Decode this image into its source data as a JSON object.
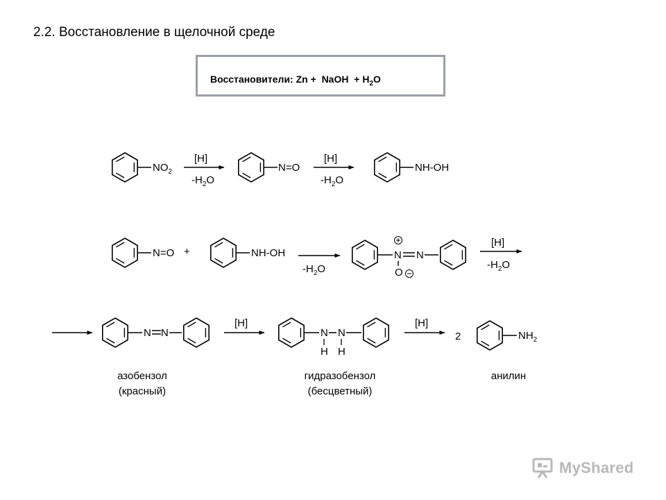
{
  "heading": "2.2. Восстановление в щелочной среде",
  "reagents": {
    "label": "Восстановители:",
    "zn": "Zn +",
    "naoh": "NaOH",
    "plus": "+",
    "h": "H",
    "two": "2",
    "o": "O"
  },
  "scheme": {
    "no2": "NO",
    "sub2": "2",
    "n_eq_o": "N=O",
    "nh_oh": "NH-OH",
    "h_reagent": "[H]",
    "minus_h": "-H",
    "o": "O",
    "plus": "+",
    "n": "N",
    "o_atom": "O",
    "h_atom": "H",
    "nh": "NH",
    "coef_two": "2"
  },
  "captions": {
    "azobenzene": "азобензол",
    "azobenzene_color": "(красный)",
    "hydrazobenzene": "гидразобензол",
    "hydrazobenzene_color": "(бесцветный)",
    "aniline": "анилин"
  },
  "watermark": {
    "text": "MyShared"
  },
  "colors": {
    "box_border": "#9aa0a5",
    "watermark": "#b8b8b8"
  }
}
